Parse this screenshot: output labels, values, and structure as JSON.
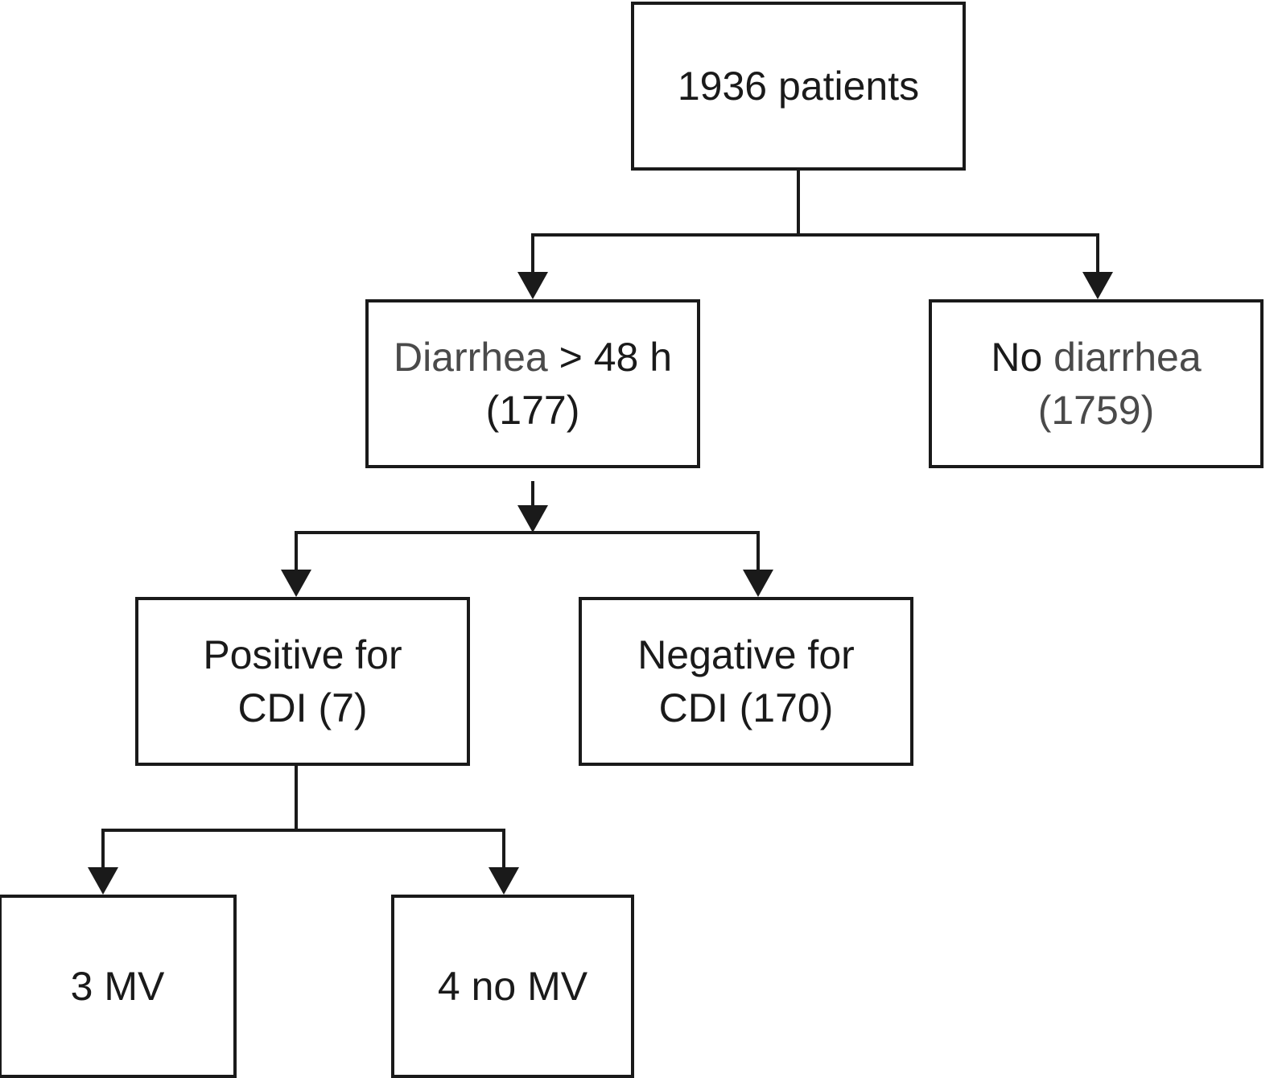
{
  "nodes": {
    "root": {
      "line1": "1936 patients"
    },
    "diarrhea": {
      "line1_a": "Diarrhea",
      "line1_b": " > 48 h",
      "line2": "(177)"
    },
    "no_diarrhea": {
      "line1_a": "No",
      "line1_b": " diarrhea",
      "line2": "(1759)"
    },
    "positive": {
      "line1": "Positive for",
      "line2": "CDI (7)"
    },
    "negative": {
      "line1": "Negative for",
      "line2": "CDI (170)"
    },
    "mv": {
      "line1": "3 MV"
    },
    "no_mv": {
      "line1": "4 no MV"
    }
  },
  "colors": {
    "stroke": "#1a1a1a",
    "text": "#1a1a1a",
    "text_gray": "#4a4a4a"
  }
}
